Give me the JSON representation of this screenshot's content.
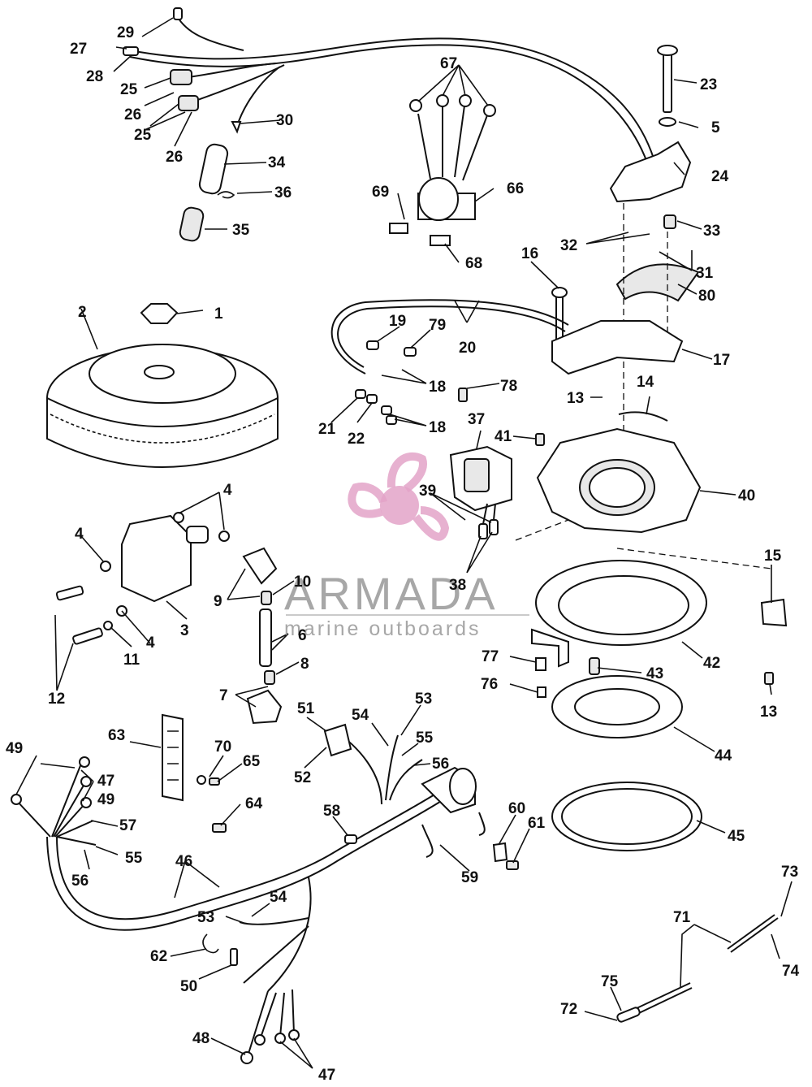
{
  "watermark": {
    "brand": "ARMADA",
    "tagline": "marine outboards",
    "logo_color": "#e3a3c8"
  },
  "callouts": [
    "1",
    "2",
    "3",
    "4",
    "5",
    "6",
    "7",
    "8",
    "9",
    "10",
    "11",
    "12",
    "13",
    "14",
    "15",
    "16",
    "17",
    "18",
    "19",
    "20",
    "21",
    "22",
    "23",
    "24",
    "25",
    "26",
    "27",
    "28",
    "29",
    "30",
    "31",
    "32",
    "33",
    "34",
    "35",
    "36",
    "37",
    "38",
    "39",
    "40",
    "41",
    "42",
    "43",
    "44",
    "45",
    "46",
    "47",
    "48",
    "49",
    "50",
    "51",
    "52",
    "53",
    "54",
    "55",
    "56",
    "57",
    "58",
    "59",
    "60",
    "61",
    "62",
    "63",
    "64",
    "65",
    "66",
    "67",
    "68",
    "69",
    "70",
    "71",
    "72",
    "73",
    "74",
    "75",
    "76",
    "77",
    "78",
    "79",
    "80"
  ]
}
